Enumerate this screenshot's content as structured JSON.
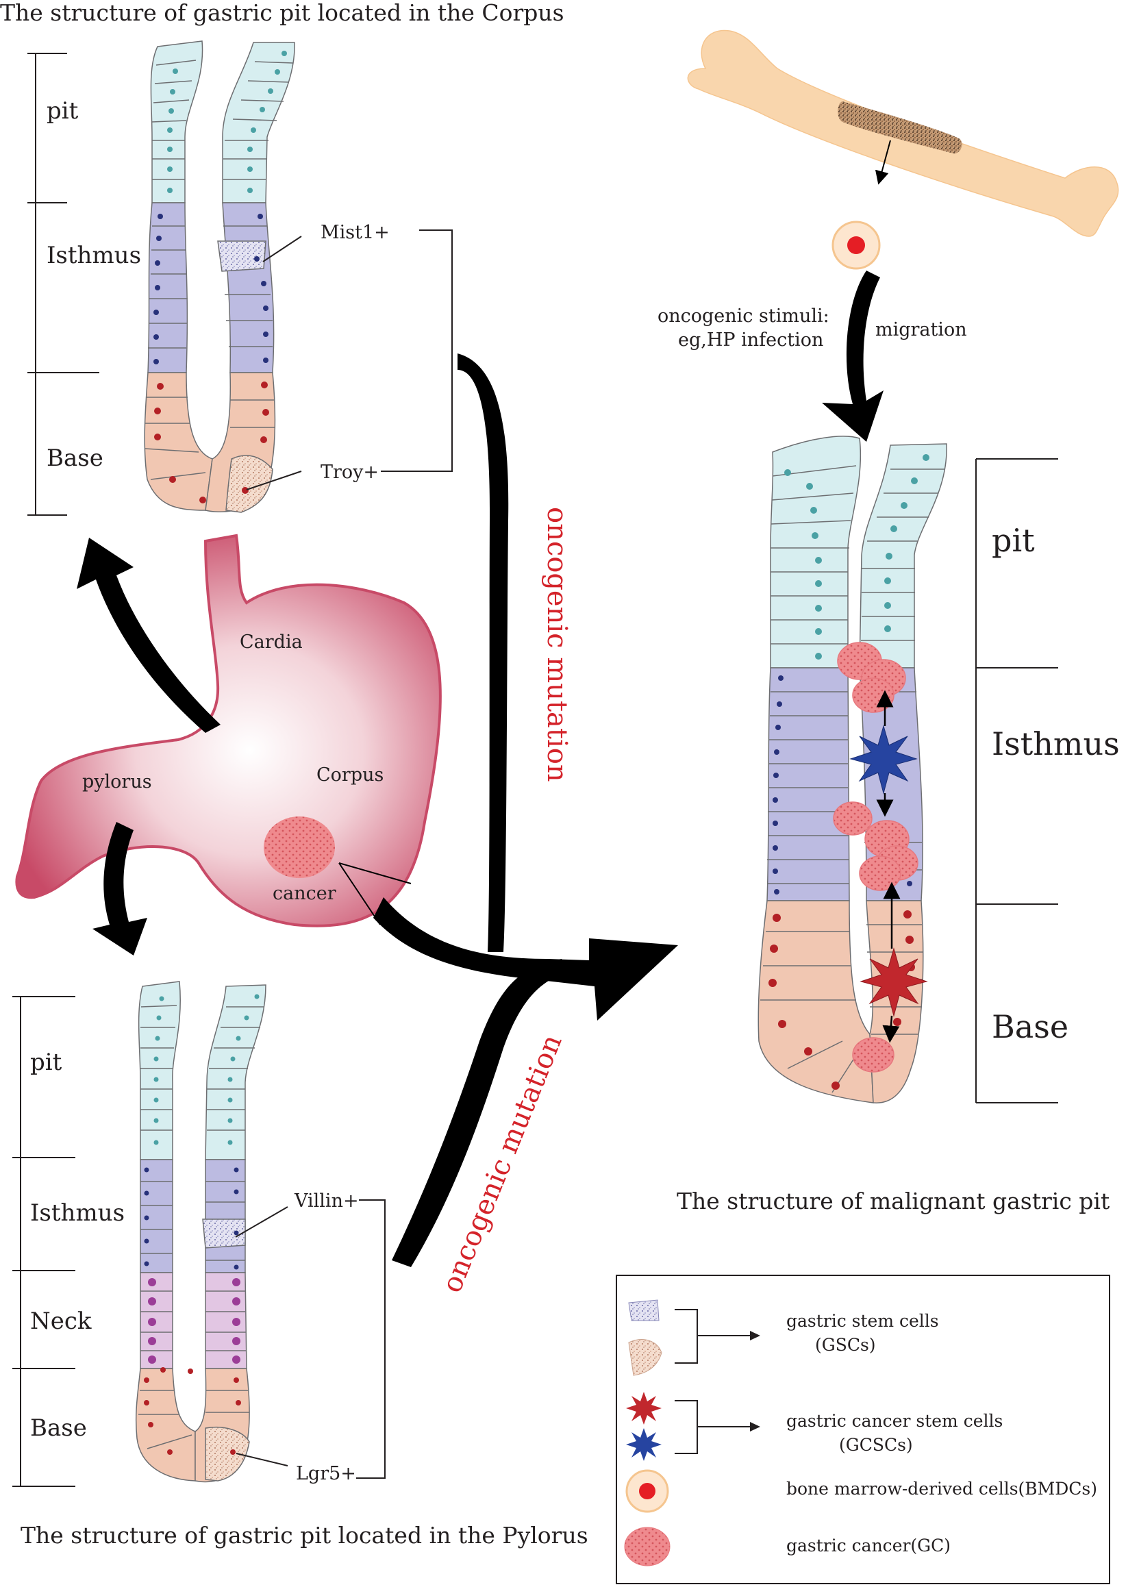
{
  "titles": {
    "corpus": "The structure of gastric pit located in the Corpus",
    "pylorus": "The structure of gastric pit located in the Pylorus",
    "malignant": "The structure of malignant gastric pit"
  },
  "zones": {
    "pit": "pit",
    "isthmus": "Isthmus",
    "neck": "Neck",
    "base": "Base"
  },
  "markers": {
    "mist1": "Mist1+",
    "troy": "Troy+",
    "villin": "Villin+",
    "lgr5": "Lgr5+"
  },
  "stomach": {
    "cardia": "Cardia",
    "corpus": "Corpus",
    "pylorus": "pylorus",
    "cancer": "cancer"
  },
  "arrows": {
    "mutation_top": "oncogenic mutation",
    "mutation_bottom": "oncogenic mutation",
    "stimuli_line1": "oncogenic stimuli:",
    "stimuli_line2": "eg,HP infection",
    "migration": "migration"
  },
  "legend": {
    "gsc_line1": "gastric stem cells",
    "gsc_line2": "(GSCs)",
    "gcsc_line1": "gastric cancer stem cells",
    "gcsc_line2": "(GCSCs)",
    "bmdc": "bone marrow-derived cells(BMDCs)",
    "gc": "gastric cancer(GC)"
  },
  "colors": {
    "pit": "#d7eef0",
    "isthmus": "#bcbbe1",
    "neck": "#e2c6e3",
    "base": "#f1c7b2",
    "blue_dot": "#27317a",
    "red_dot": "#b32025",
    "teal_dot": "#4aa1a4",
    "purple_dot": "#9b3d97",
    "stomach": "#c84a67",
    "cancer": "#ef8a8e",
    "label_red": "#d4232a",
    "bone": "#f9d6ad"
  }
}
